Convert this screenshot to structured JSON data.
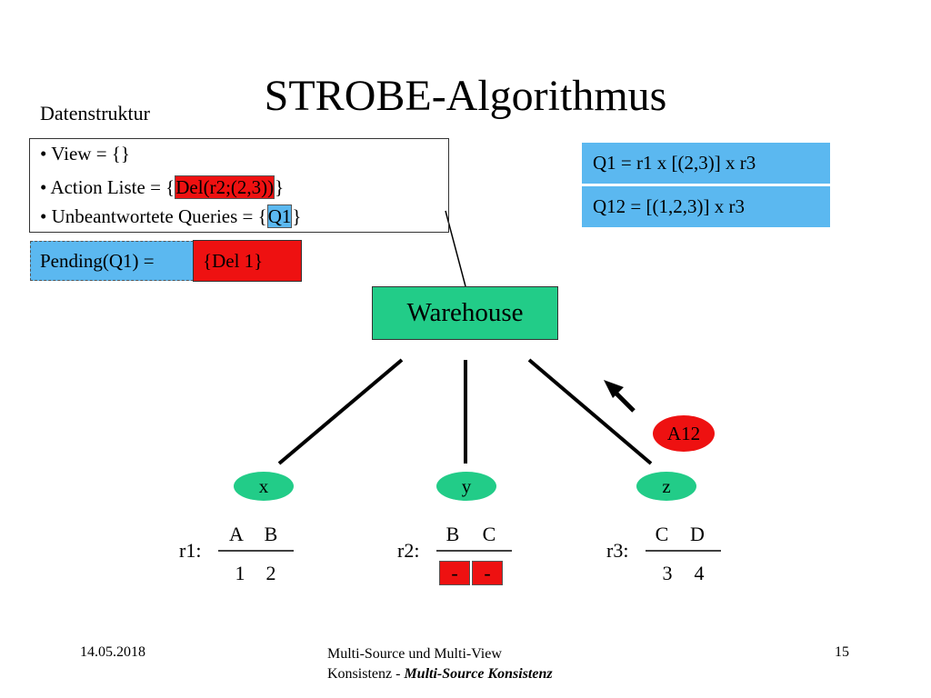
{
  "title": "STROBE-Algorithmus",
  "datenstruktur": {
    "label": "Datenstruktur",
    "view_line": "• View = {}",
    "action_prefix": "• Action Liste = {",
    "action_item": "Del(r2;(2,3))",
    "action_suffix": "}",
    "queries_prefix": "• Unbeantwortete Queries = {",
    "queries_item": "Q1",
    "queries_suffix": "}"
  },
  "queries": {
    "q1": "Q1 = r1 x [(2,3)] x r3",
    "q12": "Q12 = [(1,2,3)] x r3"
  },
  "pending": {
    "label": "Pending(Q1) =",
    "value": "{Del 1}"
  },
  "warehouse": "Warehouse",
  "message": "A12",
  "sources": {
    "x": "x",
    "y": "y",
    "z": "z"
  },
  "relations": {
    "r1": {
      "name": "r1:",
      "cols": [
        "A",
        "B"
      ],
      "row": [
        "1",
        "2"
      ]
    },
    "r2": {
      "name": "r2:",
      "cols": [
        "B",
        "C"
      ],
      "row": [
        "-",
        "-"
      ]
    },
    "r3": {
      "name": "r3:",
      "cols": [
        "C",
        "D"
      ],
      "row": [
        "3",
        "4"
      ]
    }
  },
  "colors": {
    "highlight_red": "#ee1111",
    "highlight_blue": "#5bb8f0",
    "node_green": "#22cc88"
  },
  "footer": {
    "date": "14.05.2018",
    "center_line1": "Multi-Source und Multi-View",
    "center_line2_prefix": "Konsistenz - ",
    "center_line2_emph": "Multi-Source Konsistenz",
    "page": "15"
  }
}
